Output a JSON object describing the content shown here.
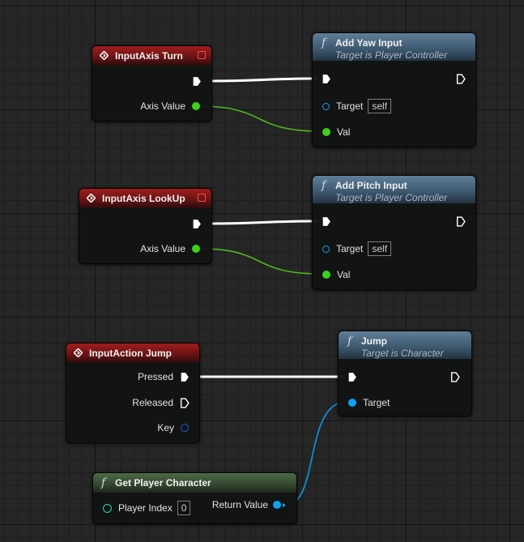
{
  "nodes": {
    "turn": {
      "title": "InputAxis Turn",
      "axis_label": "Axis Value"
    },
    "yaw": {
      "title": "Add Yaw Input",
      "subtitle": "Target is Player Controller",
      "target_label": "Target",
      "target_value": "self",
      "val_label": "Val"
    },
    "lookup": {
      "title": "InputAxis LookUp",
      "axis_label": "Axis Value"
    },
    "pitch": {
      "title": "Add Pitch Input",
      "subtitle": "Target is Player Controller",
      "target_label": "Target",
      "target_value": "self",
      "val_label": "Val"
    },
    "jump_action": {
      "title": "InputAction Jump",
      "pressed_label": "Pressed",
      "released_label": "Released",
      "key_label": "Key"
    },
    "jump": {
      "title": "Jump",
      "subtitle": "Target is Character",
      "target_label": "Target"
    },
    "get_player": {
      "title": "Get Player Character",
      "index_label": "Player Index",
      "index_value": "0",
      "return_label": "Return Value"
    }
  },
  "icons": {
    "event": "event-diamond-icon",
    "function": "function-f-icon",
    "exec": "exec-pin-icon",
    "stop": "stop-square-icon"
  },
  "colors": {
    "event_header": "#a01d1d",
    "function_header": "#5f7f99",
    "pure_header": "#4e6a47",
    "float_pin": "#3cd11a",
    "object_pin": "#0ea2f0",
    "int_pin": "#27d6a8",
    "exec_wire": "#ffffff"
  }
}
